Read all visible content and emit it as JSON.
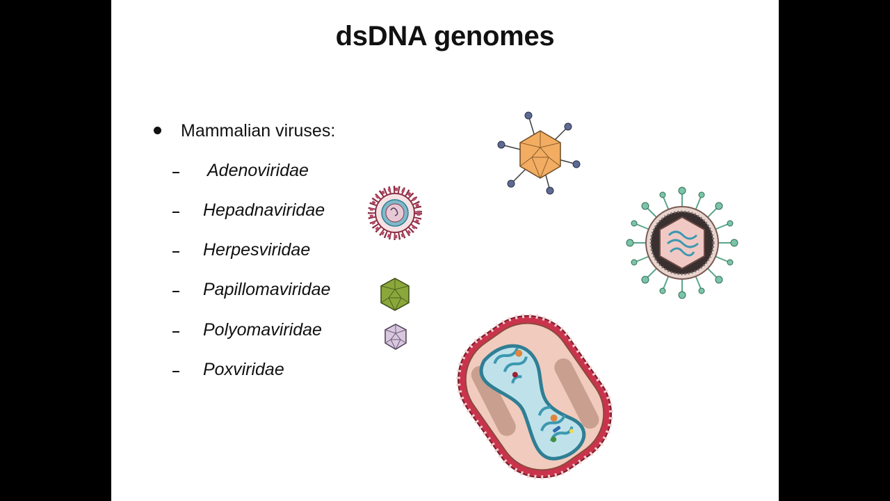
{
  "slide": {
    "title": "dsDNA genomes",
    "bullet": "Mammalian viruses:",
    "families": [
      "Adenoviridae",
      "Hepadnaviridae",
      "Herpesviridae",
      "Papillomaviridae",
      "Polyomaviridae",
      "Poxviridae"
    ]
  },
  "illustrations": [
    "adenovirus-illustration",
    "hepadnavirus-illustration",
    "herpesvirus-illustration",
    "papillomavirus-illustration",
    "polyomavirus-illustration",
    "poxvirus-illustration"
  ],
  "colors": {
    "adeno_capsid": "#f2ad62",
    "adeno_fiber_knob": "#5d6b93",
    "hepadna_spike": "#8a2f45",
    "herpes_glycoprotein": "#5aa58a",
    "papilloma_capsid": "#8aa83a",
    "polyoma_capsid": "#d8c7de",
    "pox_envelope": "#e9b7a4",
    "pox_core_dna": "#3d98b0",
    "pox_spike": "#c9344c"
  }
}
